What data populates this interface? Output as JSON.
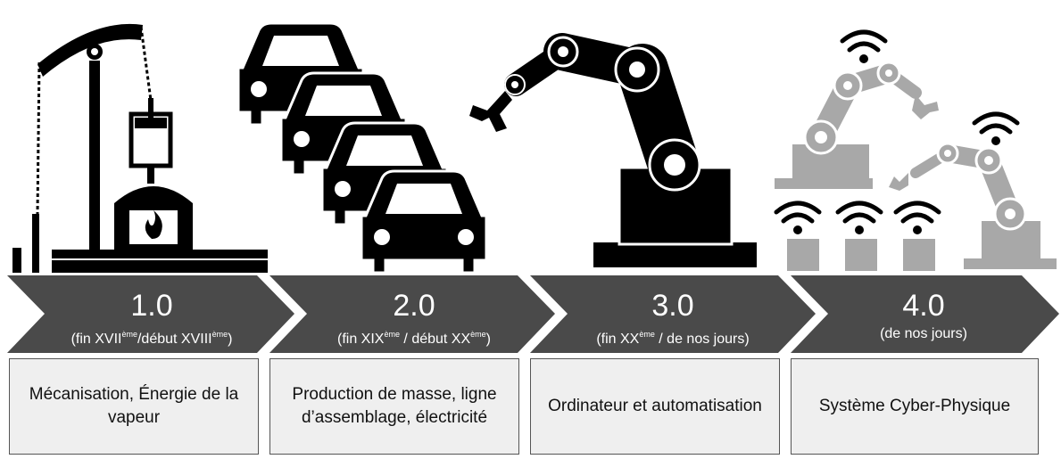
{
  "stages": [
    {
      "version": "1.0",
      "date_a": "(fin XVII",
      "date_sup_a": "ème",
      "date_b": "/début XVIII",
      "date_sup_b": "ème",
      "date_c": ")",
      "description": "Mécanisation, Énergie de la vapeur"
    },
    {
      "version": "2.0",
      "date_a": "(fin XIX",
      "date_sup_a": "ème",
      "date_b": " / début XX",
      "date_sup_b": "ème",
      "date_c": ")",
      "description": "Production de masse, ligne d’assemblage, électricité"
    },
    {
      "version": "3.0",
      "date_a": "(fin XX",
      "date_sup_a": "ème",
      "date_b": " / de nos jours)",
      "description": "Ordinateur et automatisation"
    },
    {
      "version": "4.0",
      "date_a": "(de nos jours)",
      "description": "Système Cyber-Physique"
    }
  ],
  "icons": [
    "steam-engine-icon",
    "car-assembly-line-icon",
    "robotic-arm-icon",
    "cyber-physical-system-icon"
  ],
  "colors": {
    "arrow": "#4a4a4a",
    "dark_icon": "#000000",
    "light_icon": "#a8a8a8",
    "box_fill": "#efefef"
  }
}
